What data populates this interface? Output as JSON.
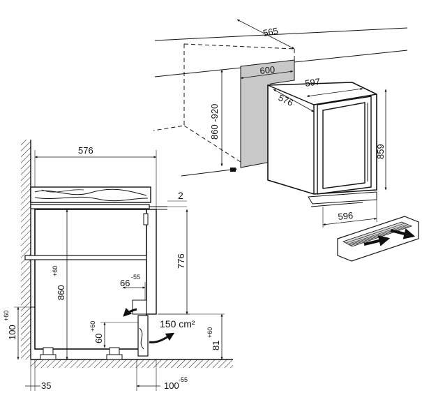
{
  "top_view": {
    "depth_niche": "565",
    "width_niche": "600",
    "depth_unit": "576",
    "width_unit": "597",
    "height_niche": "860 -920",
    "height_unit": "859",
    "width_base": "596"
  },
  "side_view": {
    "depth_counter": "576",
    "gap_top": "2",
    "height_cabinet": "776",
    "height_niche_main": "860",
    "height_niche_sup": "+60",
    "vent_offset_main": "66",
    "vent_offset_sup": "-55",
    "airflow": "150 cm²",
    "plinth_left_main": "100",
    "plinth_left_sup": "+60",
    "vent_height_main": "60",
    "vent_height_sup": "+60",
    "vent_low_main": "81",
    "vent_low_sup": "+60",
    "foot_offset": "35",
    "plinth_depth_main": "100",
    "plinth_depth_sup": "-55"
  }
}
